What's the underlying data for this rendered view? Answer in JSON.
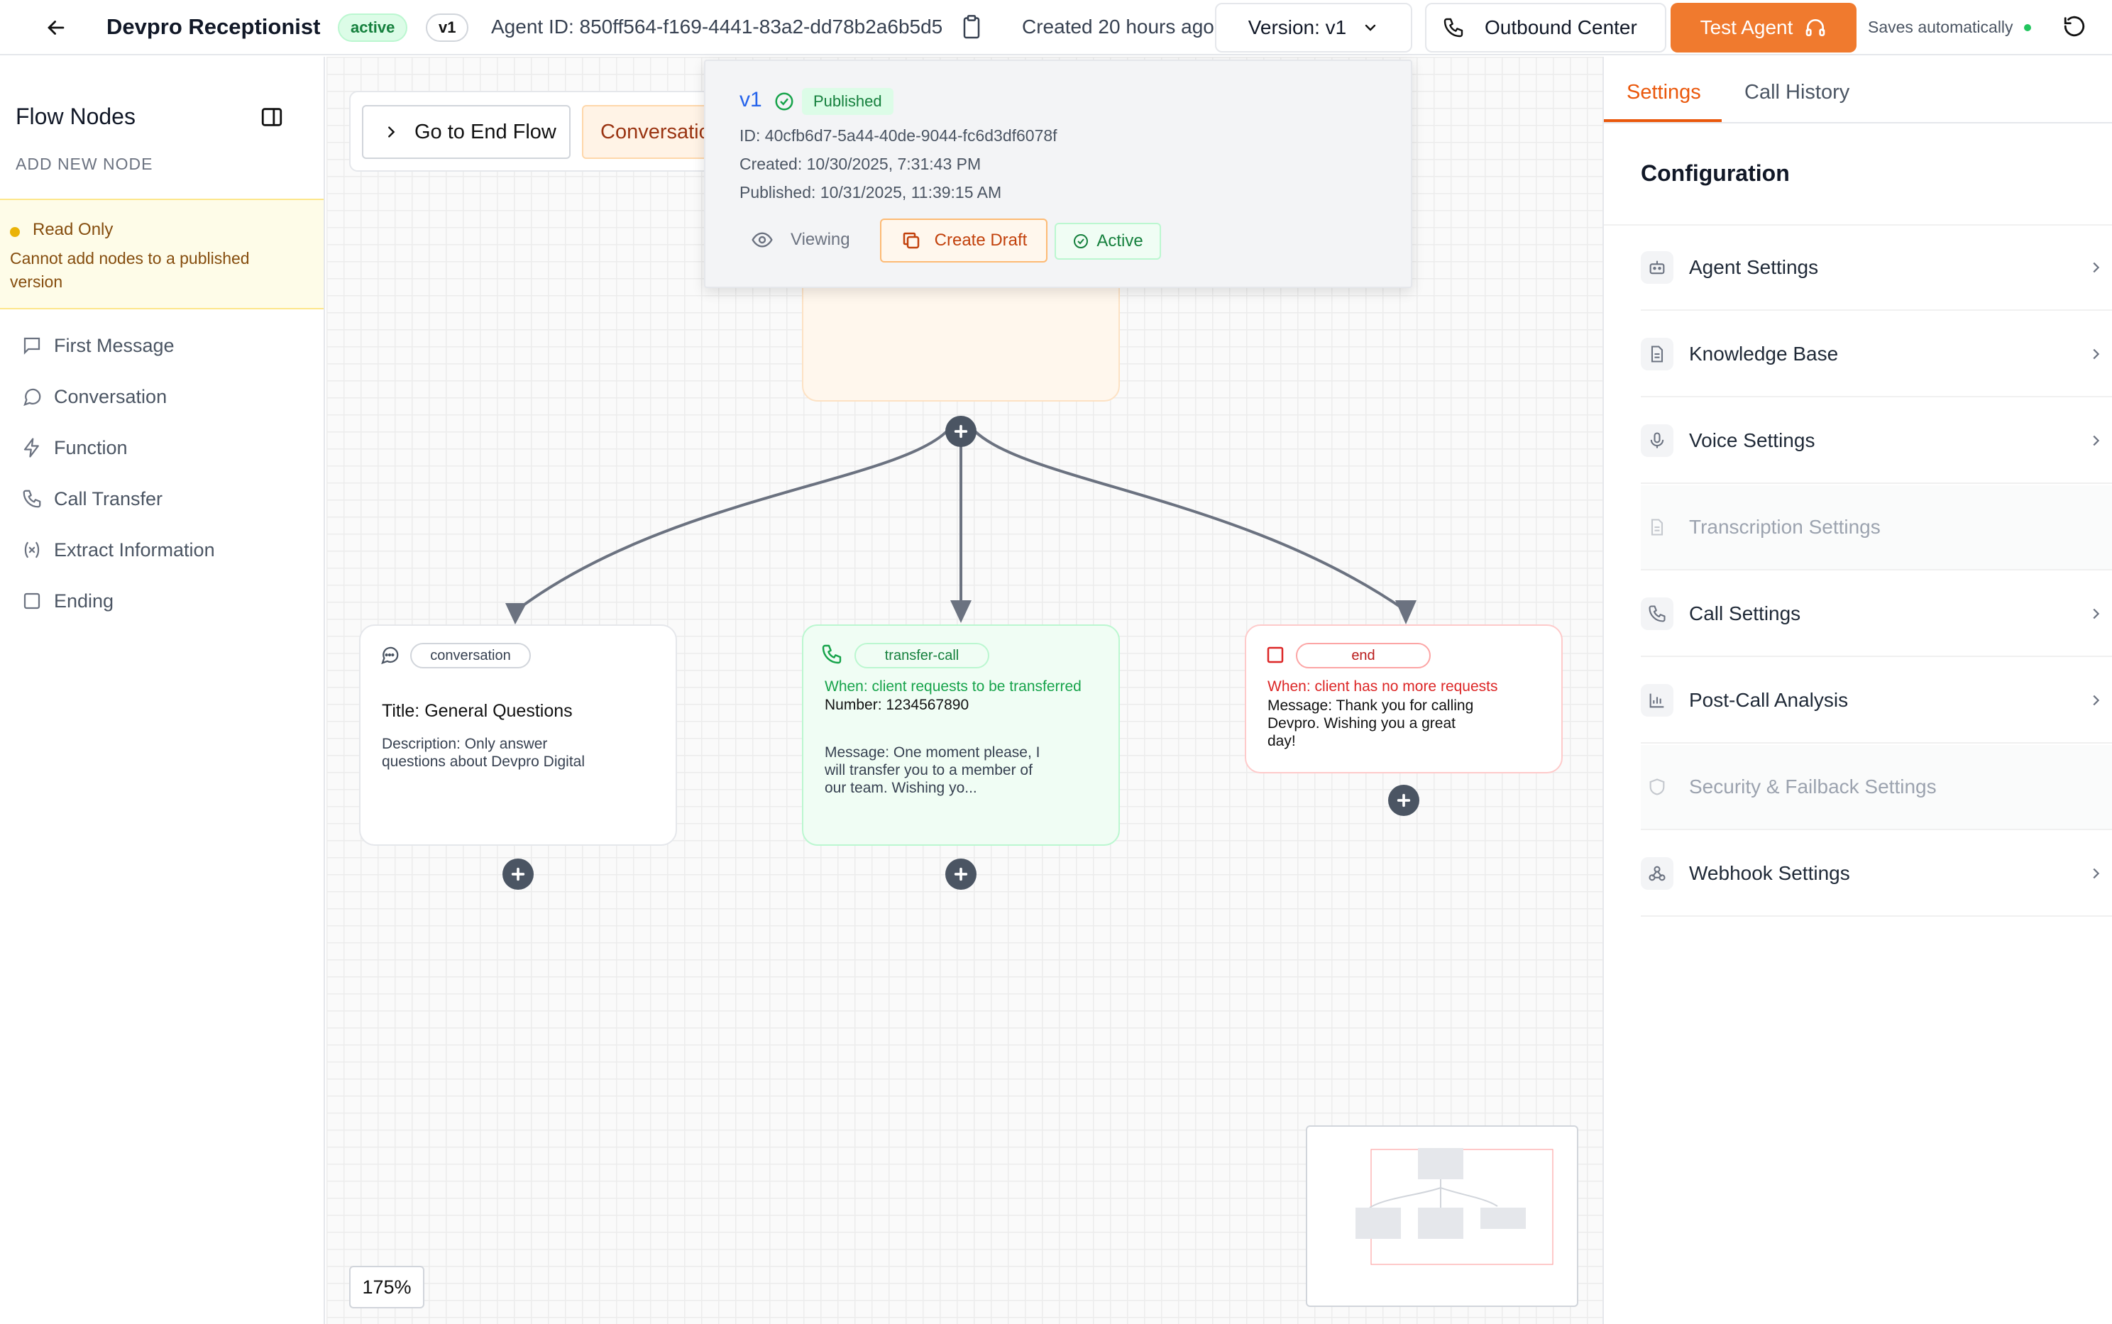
{
  "header": {
    "back_icon": "arrow-left-icon",
    "title": "Devpro Receptionist",
    "status_badge": "active",
    "version_badge": "v1",
    "agent_id": "Agent ID: 850ff564-f169-4441-83a2-dd78b2a6b5d5",
    "created": "Created 20 hours ago",
    "version_select": "Version: v1",
    "outbound_label": "Outbound Center",
    "test_agent_label": "Test Agent",
    "saves_text": "Saves automatically",
    "accent": "#f07a2e"
  },
  "sidebar": {
    "title": "Flow Nodes",
    "add_new": "ADD NEW NODE",
    "read_only_title": "Read Only",
    "read_only_text": "Cannot add nodes to a published version",
    "items": [
      {
        "label": "First Message",
        "icon": "message-square-icon"
      },
      {
        "label": "Conversation",
        "icon": "message-circle-icon"
      },
      {
        "label": "Function",
        "icon": "lightning-icon"
      },
      {
        "label": "Call Transfer",
        "icon": "phone-icon"
      },
      {
        "label": "Extract Information",
        "icon": "variable-icon"
      },
      {
        "label": "Ending",
        "icon": "square-icon"
      }
    ]
  },
  "canvas": {
    "goto_end": "Go to End Flow",
    "conversation_chip": "Conversation",
    "zoom": "175%",
    "nodes": {
      "conversation": {
        "tag": "conversation",
        "title": "Title: General Questions",
        "description": "Description: Only answer questions about Devpro Digital"
      },
      "transfer": {
        "tag": "transfer-call",
        "when": "When: client requests to be transferred",
        "number": "Number: 1234567890",
        "message": "Message: One moment please, I will transfer you to a member of our team. Wishing yo..."
      },
      "end": {
        "tag": "end",
        "when": "When: client has no more requests",
        "message": "Message: Thank you for calling Devpro. Wishing you a great day!"
      }
    }
  },
  "version_popup": {
    "version": "v1",
    "status": "Published",
    "id": "ID: 40cfb6d7-5a44-40de-9044-fc6d3df6078f",
    "created": "Created: 10/30/2025, 7:31:43 PM",
    "published": "Published: 10/31/2025, 11:39:15 AM",
    "viewing": "Viewing",
    "create_draft": "Create Draft",
    "active": "Active"
  },
  "right_panel": {
    "tabs": [
      "Settings",
      "Call History"
    ],
    "config_title": "Configuration",
    "rows": [
      {
        "label": "Agent Settings",
        "icon": "bot-icon",
        "enabled": true
      },
      {
        "label": "Knowledge Base",
        "icon": "file-icon",
        "enabled": true
      },
      {
        "label": "Voice Settings",
        "icon": "mic-icon",
        "enabled": true
      },
      {
        "label": "Transcription Settings",
        "icon": "file-text-icon",
        "enabled": false
      },
      {
        "label": "Call Settings",
        "icon": "phone-icon",
        "enabled": true
      },
      {
        "label": "Post-Call Analysis",
        "icon": "bar-chart-icon",
        "enabled": true
      },
      {
        "label": "Security & Failback Settings",
        "icon": "shield-icon",
        "enabled": false
      },
      {
        "label": "Webhook Settings",
        "icon": "webhook-icon",
        "enabled": true
      }
    ]
  }
}
